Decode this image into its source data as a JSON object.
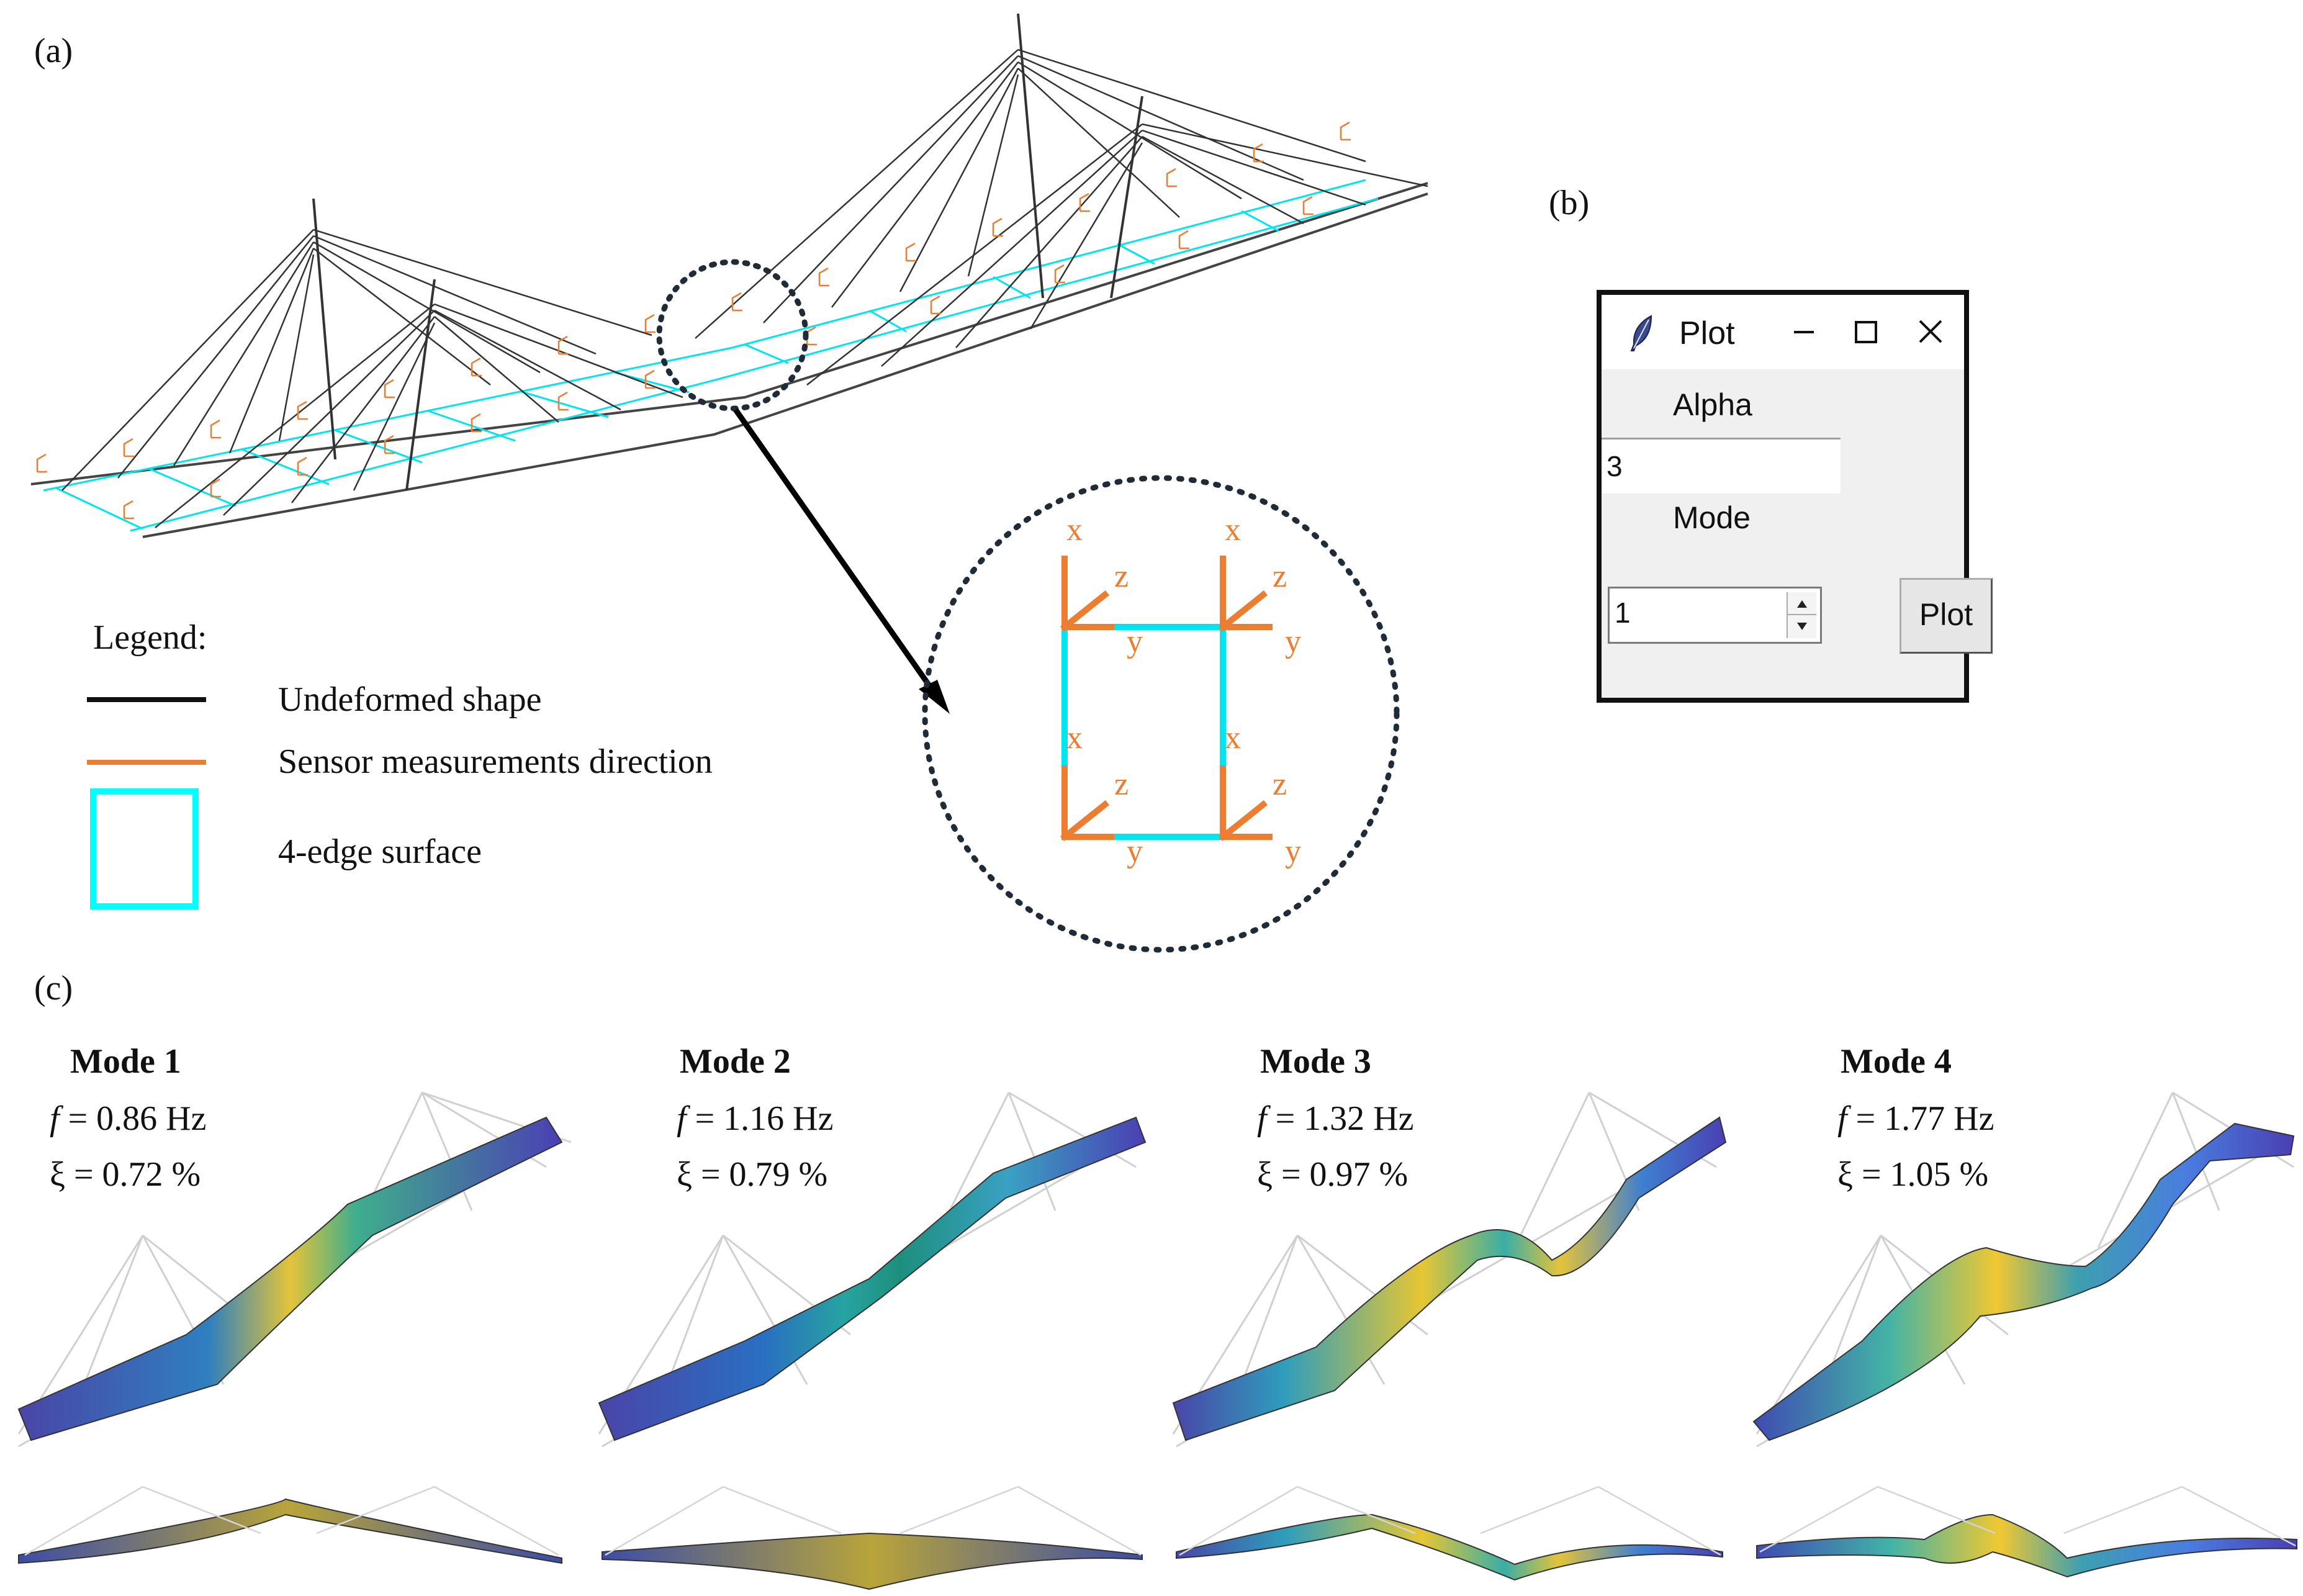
{
  "panels": {
    "a": "(a)",
    "b": "(b)",
    "c": "(c)"
  },
  "legend": {
    "title": "Legend:",
    "items": [
      {
        "label": "Undeformed shape",
        "color": "#111111"
      },
      {
        "label": "Sensor measurements  direction",
        "color": "#ed7d31"
      },
      {
        "label": "4-edge surface",
        "color": "#00ffff"
      }
    ]
  },
  "inset_axes": {
    "labels": [
      "x",
      "z",
      "y"
    ],
    "axis_color": "#ed7d31",
    "surface_color": "#00e5ee"
  },
  "window": {
    "title": "Plot",
    "alpha_label": "Alpha",
    "alpha_value": "3",
    "mode_label": "Mode",
    "mode_value": "1",
    "plot_button": "Plot",
    "minimize_icon": "minimize-icon",
    "maximize_icon": "maximize-icon",
    "close_icon": "close-icon",
    "app_icon": "feather-icon"
  },
  "modes": [
    {
      "title": "Mode 1",
      "f_symbol": "f",
      "f_text": " = 0.86 Hz",
      "xi_text": "ξ = 0.72 %"
    },
    {
      "title": "Mode 2",
      "f_symbol": "f",
      "f_text": " = 1.16 Hz",
      "xi_text": "ξ = 0.79 %"
    },
    {
      "title": "Mode 3",
      "f_symbol": "f",
      "f_text": " = 1.32 Hz",
      "xi_text": "ξ = 0.97 %"
    },
    {
      "title": "Mode 4",
      "f_symbol": "f",
      "f_text": " = 1.77 Hz",
      "xi_text": "ξ = 1.05 %"
    }
  ]
}
